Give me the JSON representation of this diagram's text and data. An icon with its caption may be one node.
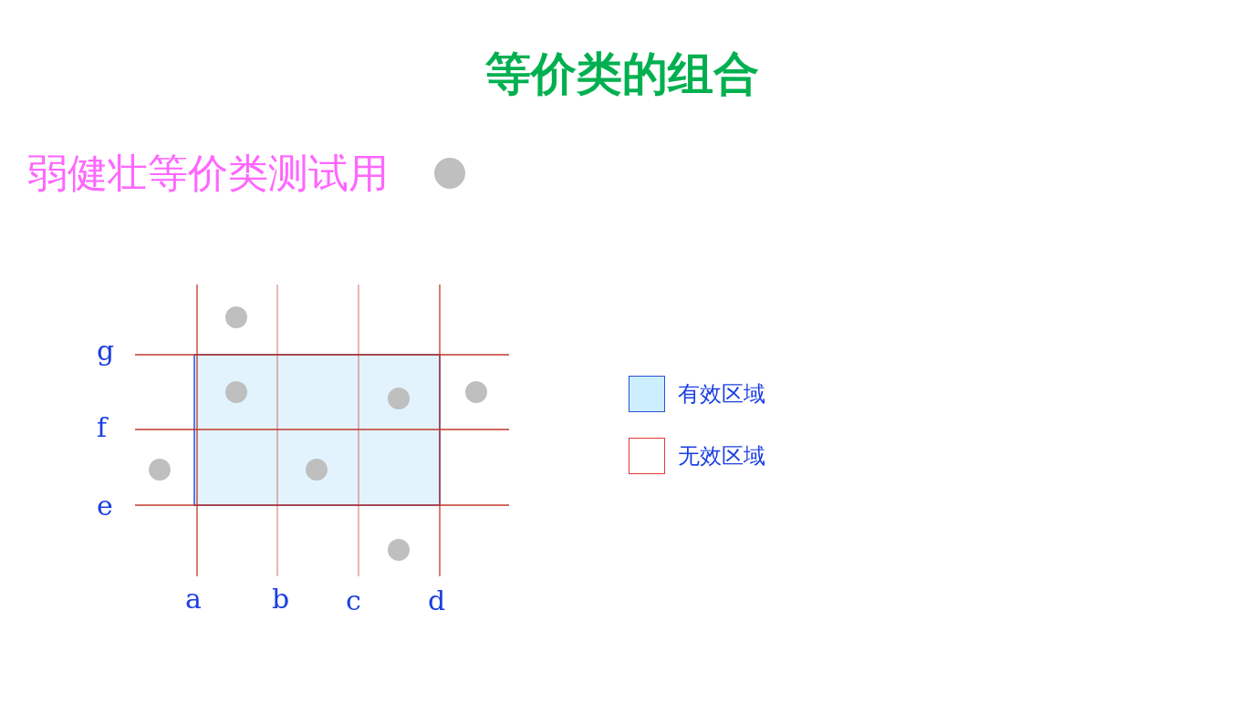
{
  "diagram": {
    "title": "等价类的组合",
    "labels": [
      "弱健壮等价类测试用",
      "g",
      "f",
      "e",
      "a",
      "b",
      "c",
      "d"
    ],
    "legend": [
      {
        "text": "有效区域",
        "color": "#cceeff"
      },
      {
        "text": "无效区域",
        "color": "#ffffff"
      }
    ]
  }
}
